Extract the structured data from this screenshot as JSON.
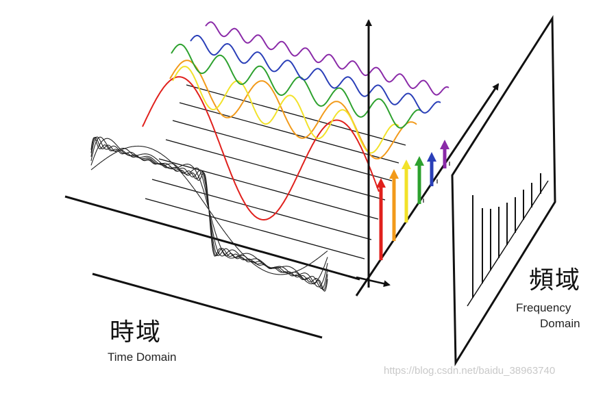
{
  "labels": {
    "time_domain_cjk": "時域",
    "time_domain_en": "Time Domain",
    "frequency_domain_cjk": "頻域",
    "frequency_domain_en_line1": "Frequency",
    "frequency_domain_en_line2": "Domain"
  },
  "watermark": "https://blog.csdn.net/baidu_38963740",
  "colors": {
    "ink": "#111111",
    "harmonic_1": "#e0201c",
    "harmonic_2": "#f29a1a",
    "harmonic_3": "#f2e22a",
    "harmonic_4": "#2da12e",
    "harmonic_5": "#2a3fb8",
    "harmonic_6": "#8a2aa8"
  }
}
